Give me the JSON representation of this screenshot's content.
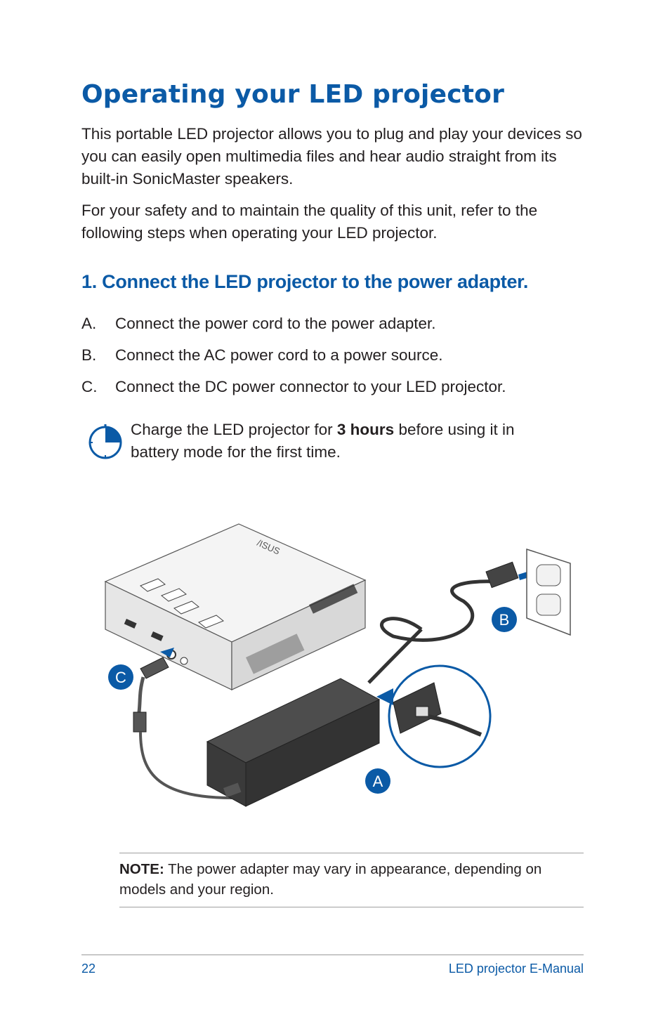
{
  "page": {
    "title": "Operating your LED projector",
    "intro_1": "This portable LED projector allows you to plug and play your devices so you can easily open multimedia files and hear audio straight from its built-in SonicMaster speakers.",
    "intro_2": "For your safety and to maintain the quality of this unit, refer to the following steps when operating your LED projector."
  },
  "section": {
    "heading": "1. Connect the LED projector to the power adapter.",
    "steps": [
      {
        "letter": "A.",
        "text": "Connect the power cord to the power adapter."
      },
      {
        "letter": "B.",
        "text": "Connect the AC power cord to a power source."
      },
      {
        "letter": "C.",
        "text": "Connect the DC power connector to your LED projector."
      }
    ]
  },
  "tip": {
    "icon": "clock-icon",
    "text_before": "Charge the LED projector for ",
    "text_bold": "3 hours",
    "text_after": " before using it in battery mode for the first time."
  },
  "figure": {
    "callouts": [
      "A",
      "B",
      "C"
    ],
    "logo_text": "/ISUS",
    "accent_color": "#0b5aa6"
  },
  "note": {
    "label": "NOTE:",
    "text": " The power adapter may vary in appearance, depending on models and your region."
  },
  "footer": {
    "page_number": "22",
    "doc_title": "LED projector E-Manual"
  }
}
